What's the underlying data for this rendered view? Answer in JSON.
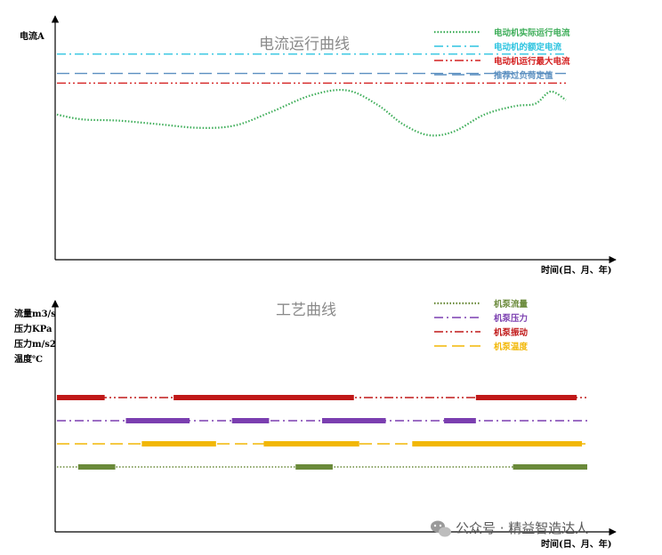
{
  "watermark": "公众号 · 精益智造达人",
  "chart_data": [
    {
      "type": "line",
      "title": "电流运行曲线",
      "ylabel": "电流A",
      "xlabel": "时间(日、月、年)",
      "grid": false,
      "legend_position": "top-right",
      "x_range": [
        0,
        1
      ],
      "y_range": [
        0,
        1
      ],
      "series": [
        {
          "name": "电动机实际运行电流",
          "color": "#3fae5a",
          "dash": "dotted",
          "x": [
            0,
            0.05,
            0.12,
            0.2,
            0.28,
            0.35,
            0.42,
            0.5,
            0.57,
            0.63,
            0.68,
            0.73,
            0.78,
            0.84,
            0.9,
            0.94,
            0.97,
            1.0
          ],
          "y": [
            0.6,
            0.58,
            0.575,
            0.56,
            0.545,
            0.555,
            0.61,
            0.68,
            0.7,
            0.64,
            0.56,
            0.515,
            0.53,
            0.6,
            0.635,
            0.645,
            0.695,
            0.66
          ]
        },
        {
          "name": "电动机的额定电流",
          "color": "#2ec4e0",
          "dash": "dash-dot",
          "y_const": 0.85
        },
        {
          "name": "电动机运行最大电流",
          "color": "#d42020",
          "dash": "dash-dot-dot",
          "y_const": 0.73
        },
        {
          "name": "推荐过负荷定值",
          "color": "#5b8fc0",
          "dash": "long-dash",
          "y_const": 0.77
        }
      ]
    },
    {
      "type": "timeline",
      "title": "工艺曲线",
      "ylabel": [
        "流量m3/s",
        "压力KPa",
        "压力m/s2",
        "温度℃"
      ],
      "xlabel": "时间(日、月、年)",
      "grid": false,
      "legend_position": "top-right",
      "x_range": [
        0,
        1
      ],
      "series": [
        {
          "name": "机泵流量",
          "color": "#6a8a3a",
          "dash": "dotted",
          "active": [
            [
              0.04,
              0.11
            ],
            [
              0.45,
              0.52
            ],
            [
              0.86,
              1.0
            ]
          ]
        },
        {
          "name": "机泵压力",
          "color": "#7b3fb0",
          "dash": "dash-dot",
          "active": [
            [
              0.13,
              0.25
            ],
            [
              0.33,
              0.4
            ],
            [
              0.5,
              0.62
            ],
            [
              0.73,
              0.79
            ]
          ]
        },
        {
          "name": "机泵振动",
          "color": "#c01818",
          "dash": "dash-dot-dot",
          "active": [
            [
              0.0,
              0.09
            ],
            [
              0.22,
              0.56
            ],
            [
              0.79,
              0.98
            ]
          ]
        },
        {
          "name": "机泵温度",
          "color": "#f2b705",
          "dash": "long-dash",
          "active": [
            [
              0.16,
              0.3
            ],
            [
              0.39,
              0.57
            ],
            [
              0.67,
              0.99
            ]
          ]
        }
      ]
    }
  ]
}
